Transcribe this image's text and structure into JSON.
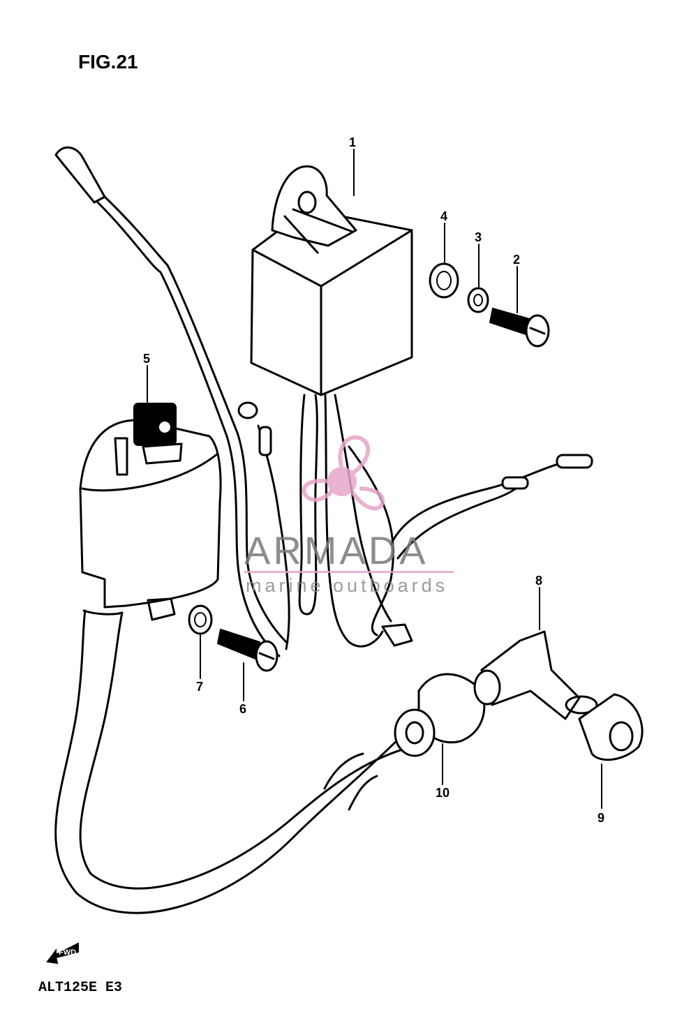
{
  "figure": {
    "title": "FIG.21",
    "model": "ALT125E  E3",
    "fwd_label": "FWD"
  },
  "callouts": [
    {
      "id": "1",
      "text": "1"
    },
    {
      "id": "2",
      "text": "2"
    },
    {
      "id": "3",
      "text": "3"
    },
    {
      "id": "4",
      "text": "4"
    },
    {
      "id": "5",
      "text": "5"
    },
    {
      "id": "6",
      "text": "6"
    },
    {
      "id": "7",
      "text": "7"
    },
    {
      "id": "8",
      "text": "8"
    },
    {
      "id": "9",
      "text": "9"
    },
    {
      "id": "10",
      "text": "10"
    }
  ],
  "watermark": {
    "brand": "ARMADA",
    "tagline": "marine outboards",
    "accent_color": "#e7a6c9"
  }
}
